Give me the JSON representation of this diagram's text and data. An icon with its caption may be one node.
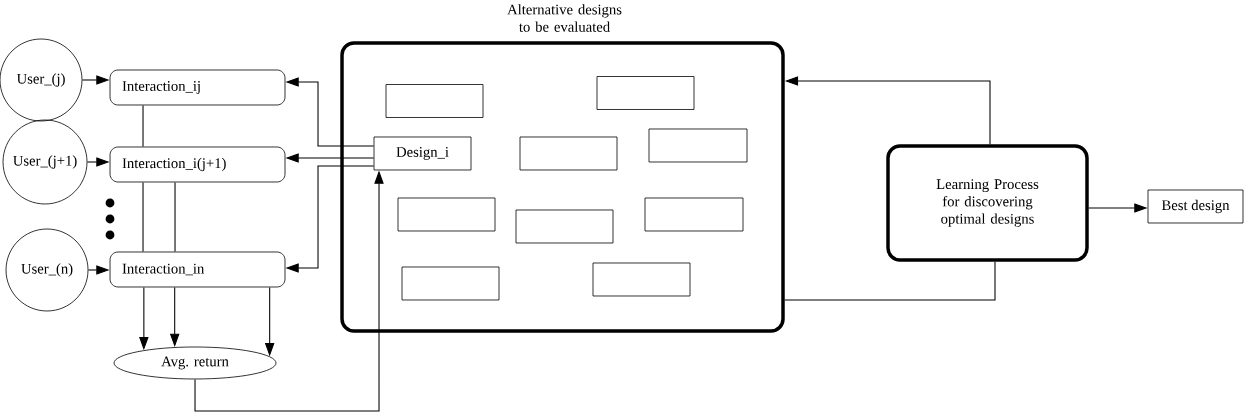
{
  "diagram": {
    "nodes": [
      {
        "text": [
          "User_(j)"
        ]
      },
      {
        "text": [
          "User_(j+1)"
        ]
      },
      {
        "text": [
          "User_(n)"
        ]
      },
      {
        "text": [
          "Interaction_ij"
        ]
      },
      {
        "text": [
          "Interaction_i(j+1)"
        ]
      },
      {
        "text": [
          "Interaction_in"
        ]
      },
      {
        "text": [
          "Avg. return"
        ]
      },
      {
        "text": [
          "Alternative designs to be evaluated"
        ]
      },
      {
        "text": [
          "Design_i"
        ],
        "in": 7
      },
      {
        "text": [],
        "shape": "box",
        "in": 7
      },
      {
        "text": [],
        "shape": "box",
        "in": 7
      },
      {
        "text": [],
        "shape": "box",
        "in": 7
      },
      {
        "text": [],
        "shape": "box",
        "in": 7
      },
      {
        "text": [],
        "shape": "box",
        "in": 7
      },
      {
        "text": [],
        "shape": "box",
        "in": 7
      },
      {
        "text": [],
        "shape": "box",
        "in": 7
      },
      {
        "text": [],
        "shape": "box",
        "in": 7
      },
      {
        "text": [],
        "shape": "box",
        "in": 7
      },
      {
        "text": [
          "Learning Process for discovering optimal designs"
        ]
      },
      {
        "text": [
          "Best design"
        ]
      }
    ],
    "edges": [
      {
        "from": 0,
        "to": 3,
        "arrow": "to"
      },
      {
        "from": 1,
        "to": 4,
        "arrow": "to"
      },
      {
        "from": 2,
        "to": 5,
        "arrow": "to"
      },
      {
        "from": 8,
        "to": 3,
        "arrow": "to"
      },
      {
        "from": 8,
        "to": 4,
        "arrow": "to"
      },
      {
        "from": 8,
        "to": 5,
        "arrow": "to"
      },
      {
        "from": 3,
        "to": 4,
        "arrow": "none"
      },
      {
        "from": 4,
        "to": 5,
        "arrow": "none"
      },
      {
        "from": 5,
        "to": 6,
        "arrow": "to"
      },
      {
        "from": 4,
        "to": 5,
        "arrow": "none"
      },
      {
        "from": 5,
        "to": 6,
        "arrow": "to"
      },
      {
        "from": 5,
        "to": 6,
        "arrow": "to"
      },
      {
        "from": 6,
        "to": 8,
        "arrow": "to"
      },
      {
        "from": 18,
        "to": 7,
        "arrow": "to"
      },
      {
        "from": 7,
        "to": 18,
        "arrow": "none"
      },
      {
        "from": 18,
        "to": 19,
        "arrow": "to"
      }
    ]
  }
}
